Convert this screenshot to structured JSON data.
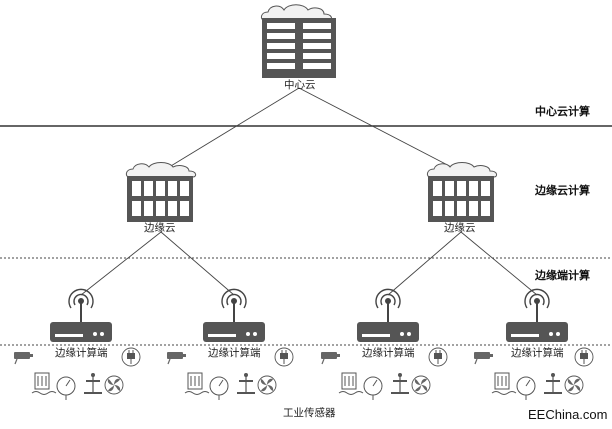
{
  "labels": {
    "center_cloud": "中心云",
    "edge_cloud": "边缘云",
    "edge_terminal": "边缘计算端",
    "sensors": "工业传感器"
  },
  "tiers": {
    "center": "中心云计算",
    "edge_cloud": "边缘云计算",
    "edge_terminal": "边缘端计算"
  },
  "watermark": "EEChina.com",
  "icons": {
    "server": "server-rack-icon",
    "router": "wireless-gateway-icon",
    "camera": "camera-icon",
    "plug": "power-plug-icon",
    "level": "liquid-level-icon",
    "gauge": "pressure-gauge-icon",
    "valve": "valve-icon",
    "fan": "fan-icon"
  },
  "colors": {
    "line": "#444444",
    "box_fill": "#555555",
    "slot_fill": "#ffffff",
    "cloud_fill": "#f2f2f2"
  }
}
